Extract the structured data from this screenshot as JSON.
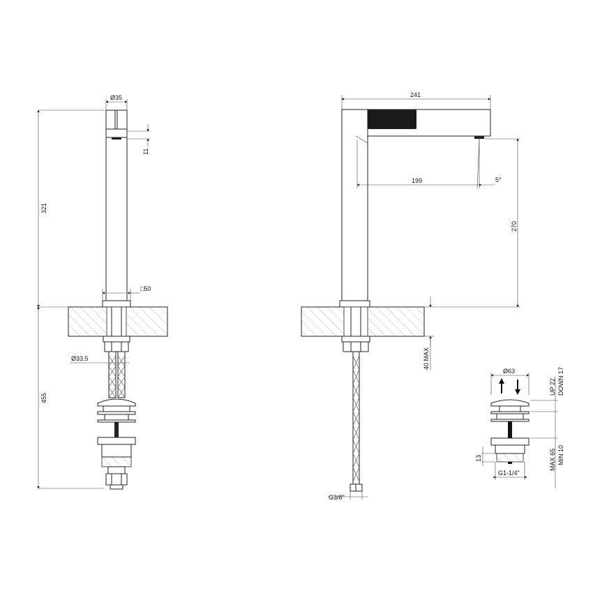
{
  "front_view": {
    "diameter_head": "Ø35",
    "height_total": "321",
    "aerator_offset": "11",
    "base_square": "□50",
    "nut_diameter": "Ø33.5",
    "below_counter": "455"
  },
  "side_view": {
    "length": "241",
    "reach": "199",
    "angle": "5°",
    "spout_height": "270",
    "counter_thickness": "40 MAX",
    "connection": "G3/8\""
  },
  "waste": {
    "diameter": "Ø63",
    "up": "UP 22",
    "down": "DOWN 17",
    "max": "MAX 65",
    "min": "MIN 10",
    "thread_height": "13",
    "thread": "G1-1/4\""
  }
}
